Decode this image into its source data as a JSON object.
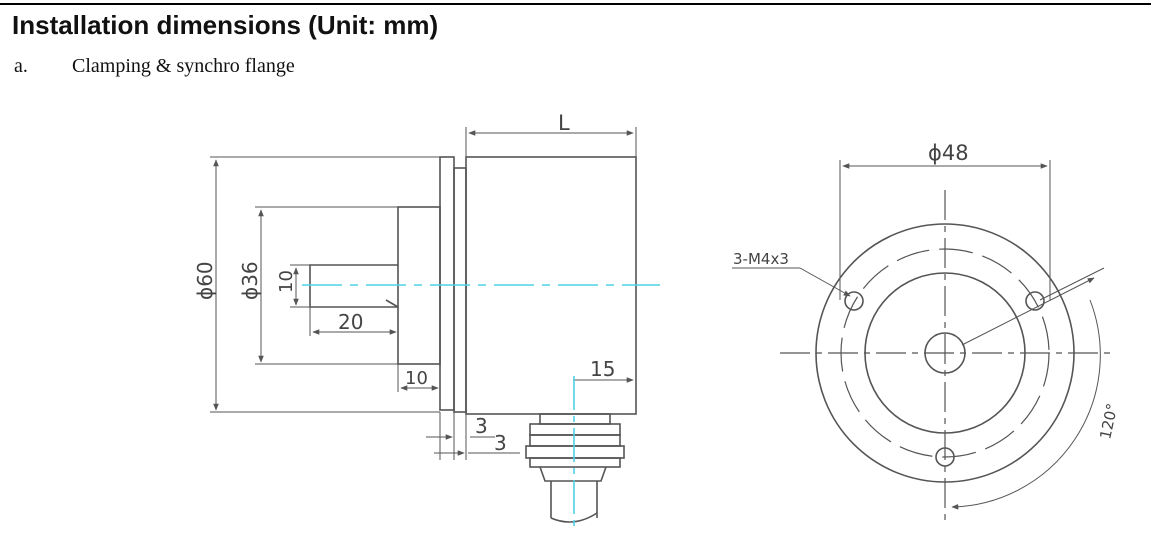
{
  "heading": "Installation dimensions (Unit: mm)",
  "section": {
    "letter": "a.",
    "title": "Clamping & synchro flange"
  },
  "side_view": {
    "dim_length": "L",
    "dim_outer_diameter": "ϕ60",
    "dim_inner_diameter": "ϕ36",
    "dim_shaft_diameter": "10",
    "dim_shaft_length": "20",
    "dim_boss_width": "10",
    "dim_connector_offset": "15",
    "dim_flange_thickness_a": "3",
    "dim_flange_thickness_b": "3"
  },
  "front_view": {
    "dim_bolt_circle": "ϕ48",
    "hole_callout": "3-M4x3",
    "hole_angle": "120°"
  },
  "colors": {
    "line": "#555555",
    "centerline": "#4fd2e6",
    "heading": "#111111"
  }
}
